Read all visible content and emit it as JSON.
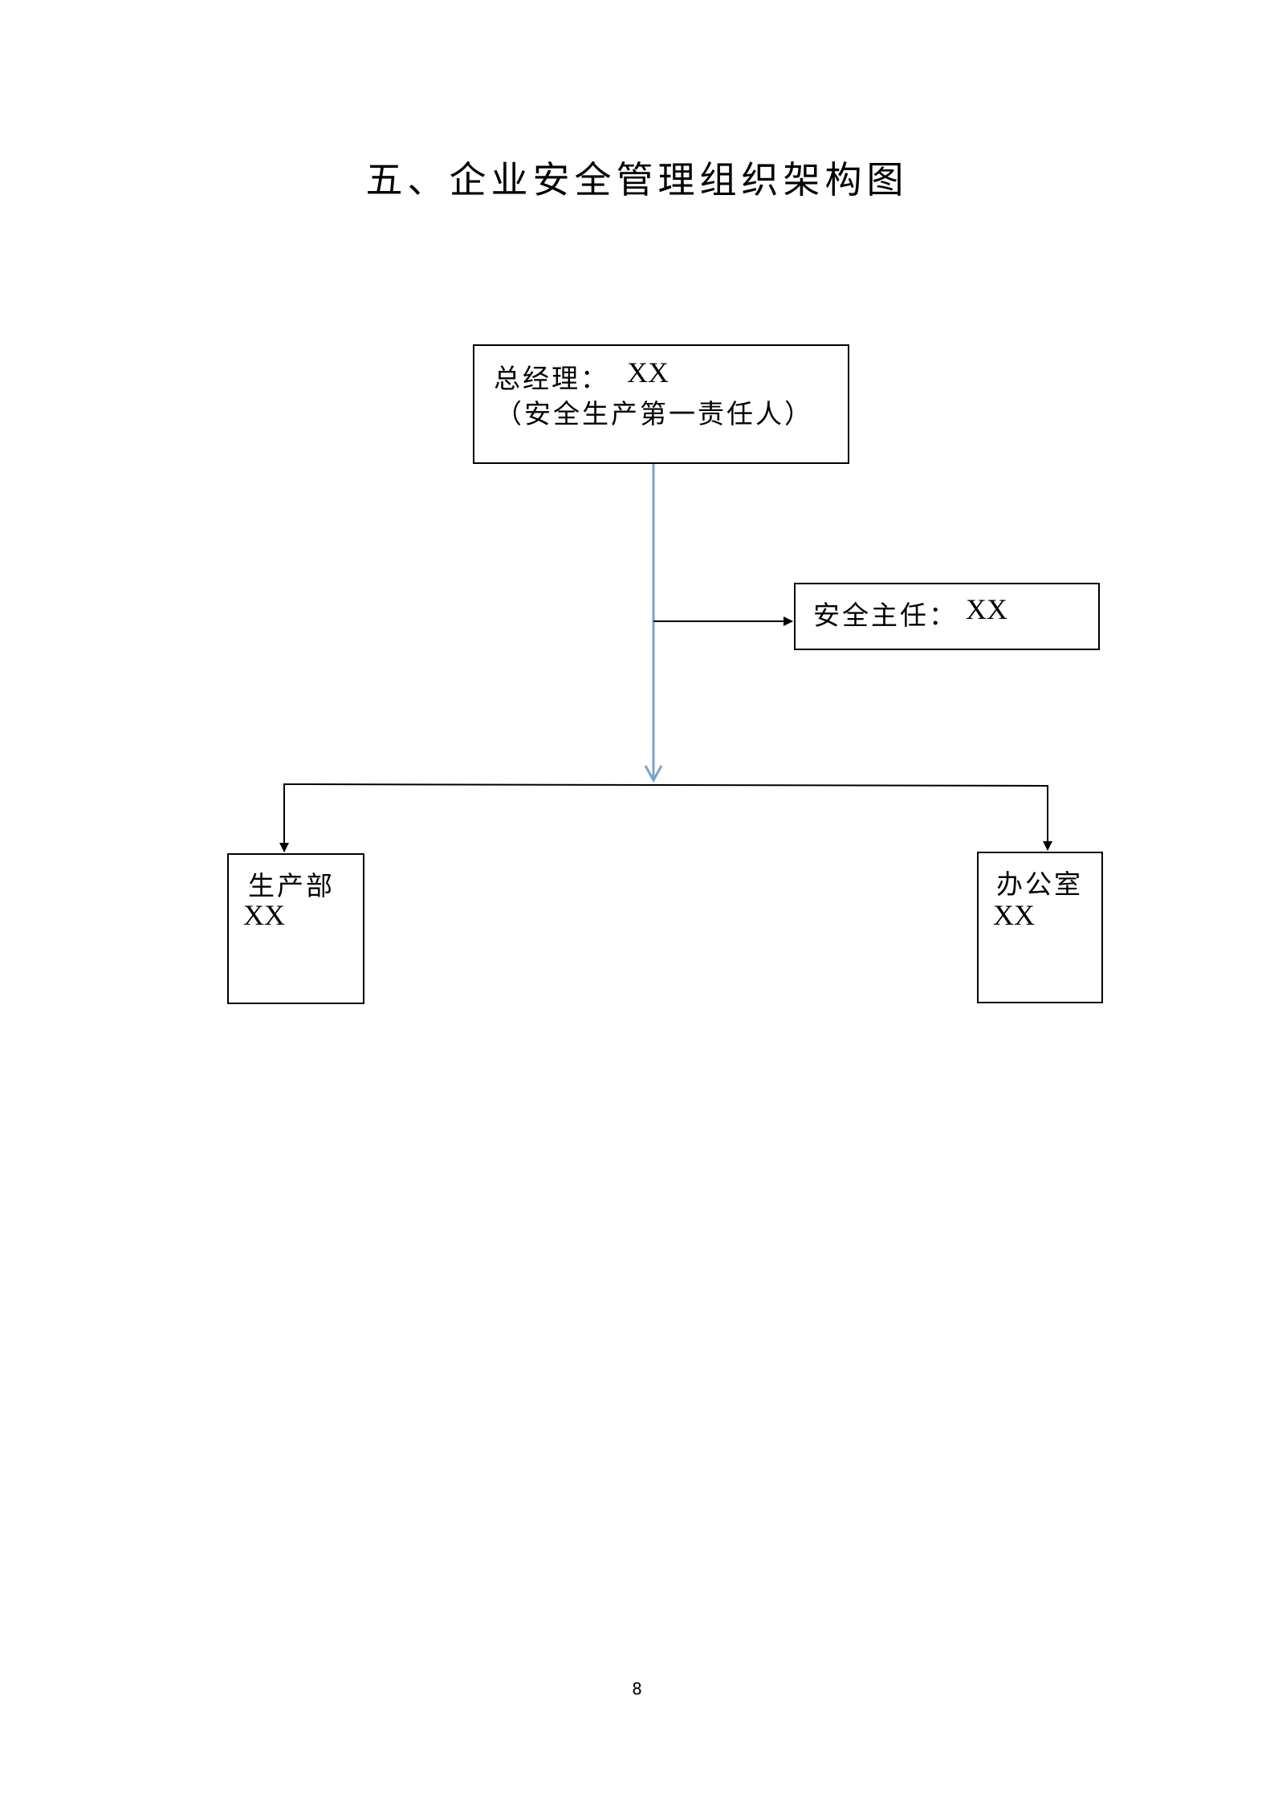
{
  "title": "五、企业安全管理组织架构图",
  "general_manager": {
    "role_label": "总经理：",
    "name": "XX",
    "note": "（安全生产第一责任人）"
  },
  "safety_director": {
    "role_label": "安全主任：",
    "name": "XX"
  },
  "production_dept": {
    "role_label": "生产部",
    "name": "XX"
  },
  "office": {
    "role_label": "办公室",
    "name": "XX"
  },
  "colors": {
    "main_connector": "#7ba3cc",
    "branch_connector": "#000000",
    "box_border": "#000000"
  },
  "page_number": "8"
}
